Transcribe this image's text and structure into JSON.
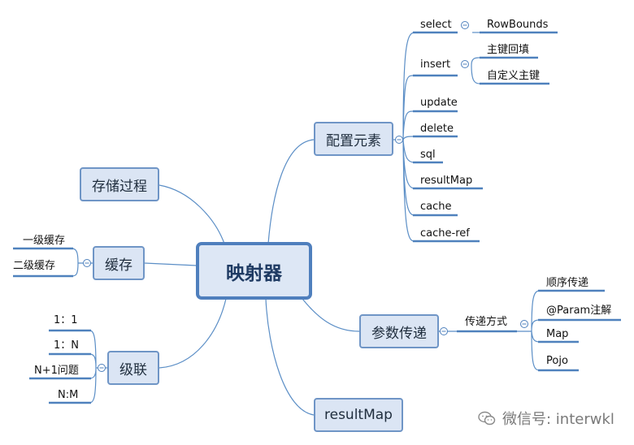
{
  "root": {
    "label": "映射器"
  },
  "branches": {
    "config": {
      "label": "配置元素",
      "items": {
        "select": {
          "label": "select",
          "child": "RowBounds"
        },
        "insert": {
          "label": "insert",
          "children": [
            "主键回填",
            "自定义主键"
          ]
        },
        "update": "update",
        "delete": "delete",
        "sql": "sql",
        "resultMap": "resultMap",
        "cache": "cache",
        "cacheRef": "cache-ref"
      }
    },
    "procedure": {
      "label": "存储过程"
    },
    "cache": {
      "label": "缓存",
      "items": [
        "一级缓存",
        "二级缓存"
      ]
    },
    "cascade": {
      "label": "级联",
      "items": [
        "1：1",
        "1：N",
        "N+1问题",
        "N:M"
      ]
    },
    "params": {
      "label": "参数传递",
      "method": "传递方式",
      "items": [
        "顺序传递",
        "@Param注解",
        "Map",
        "Pojo"
      ]
    },
    "resultMap": {
      "label": "resultMap"
    }
  },
  "watermark": {
    "text": "微信号: interwkl",
    "icon": "wechat-icon"
  },
  "colors": {
    "node_fill": "#dbe5f4",
    "node_border": "#6f95c6",
    "line": "#5b8ec6",
    "underline": "#4f81bd"
  }
}
